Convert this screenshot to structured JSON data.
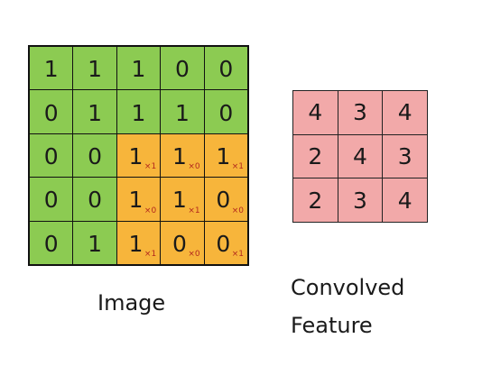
{
  "image": {
    "label": "Image",
    "rows": [
      [
        {
          "v": "1",
          "c": "green"
        },
        {
          "v": "1",
          "c": "green"
        },
        {
          "v": "1",
          "c": "green"
        },
        {
          "v": "0",
          "c": "green"
        },
        {
          "v": "0",
          "c": "green"
        }
      ],
      [
        {
          "v": "0",
          "c": "green"
        },
        {
          "v": "1",
          "c": "green"
        },
        {
          "v": "1",
          "c": "green"
        },
        {
          "v": "1",
          "c": "green"
        },
        {
          "v": "0",
          "c": "green"
        }
      ],
      [
        {
          "v": "0",
          "c": "green"
        },
        {
          "v": "0",
          "c": "green"
        },
        {
          "v": "1",
          "c": "orange",
          "w": "×1"
        },
        {
          "v": "1",
          "c": "orange",
          "w": "×0"
        },
        {
          "v": "1",
          "c": "orange",
          "w": "×1"
        }
      ],
      [
        {
          "v": "0",
          "c": "green"
        },
        {
          "v": "0",
          "c": "green"
        },
        {
          "v": "1",
          "c": "orange",
          "w": "×0"
        },
        {
          "v": "1",
          "c": "orange",
          "w": "×1"
        },
        {
          "v": "0",
          "c": "orange",
          "w": "×0"
        }
      ],
      [
        {
          "v": "0",
          "c": "green"
        },
        {
          "v": "1",
          "c": "green"
        },
        {
          "v": "1",
          "c": "orange",
          "w": "×1"
        },
        {
          "v": "0",
          "c": "orange",
          "w": "×0"
        },
        {
          "v": "0",
          "c": "orange",
          "w": "×1"
        }
      ]
    ]
  },
  "feature": {
    "label_line1": "Convolved",
    "label_line2": "Feature",
    "rows": [
      [
        "4",
        "3",
        "4"
      ],
      [
        "2",
        "4",
        "3"
      ],
      [
        "2",
        "3",
        "4"
      ]
    ]
  },
  "colors": {
    "green": "#8ccb52",
    "orange": "#f7b53b",
    "pink": "#f2a9a9",
    "weight_text": "#b3281e"
  }
}
